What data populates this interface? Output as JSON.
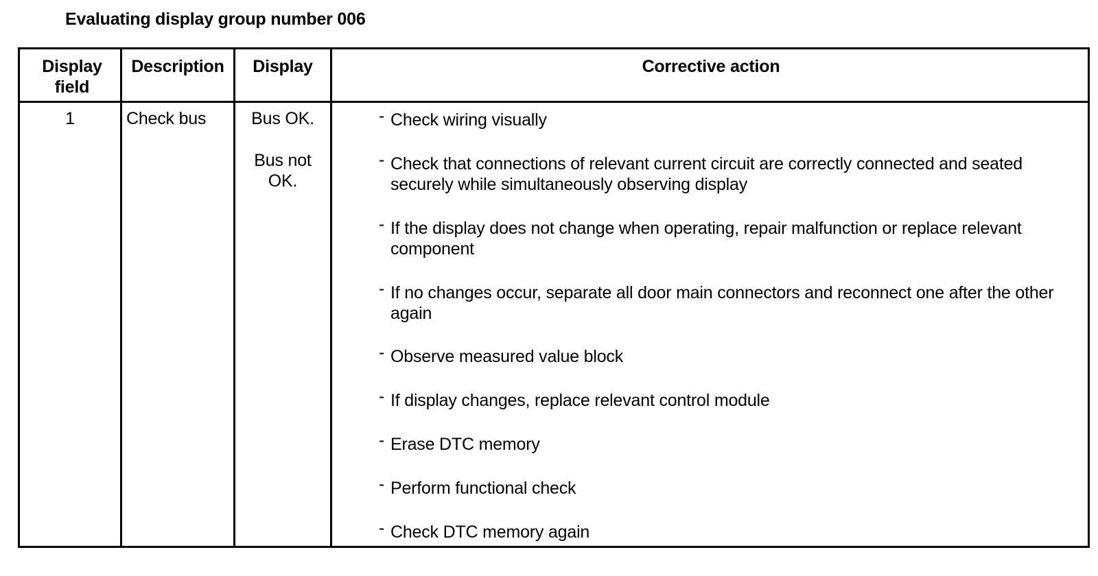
{
  "title": "Evaluating display group number 006",
  "table": {
    "headers": {
      "display_field": "Display field",
      "description": "Description",
      "display": "Display",
      "corrective_action": "Corrective action"
    },
    "row": {
      "field": "1",
      "description": "Check bus",
      "display_ok": "Bus OK.",
      "display_not_ok": "Bus not OK.",
      "dash": "-",
      "actions": [
        "Check wiring visually",
        "Check that connections of relevant current circuit are correctly connected and seated securely while simultaneously observing display",
        "If the display does not change when operating, repair malfunction or replace relevant component",
        "If no changes occur, separate all door main connectors and reconnect one after the other again",
        "Observe measured value block",
        "If display changes, replace relevant control module",
        "Erase DTC memory",
        "Perform functional check",
        "Check DTC memory again"
      ]
    }
  }
}
